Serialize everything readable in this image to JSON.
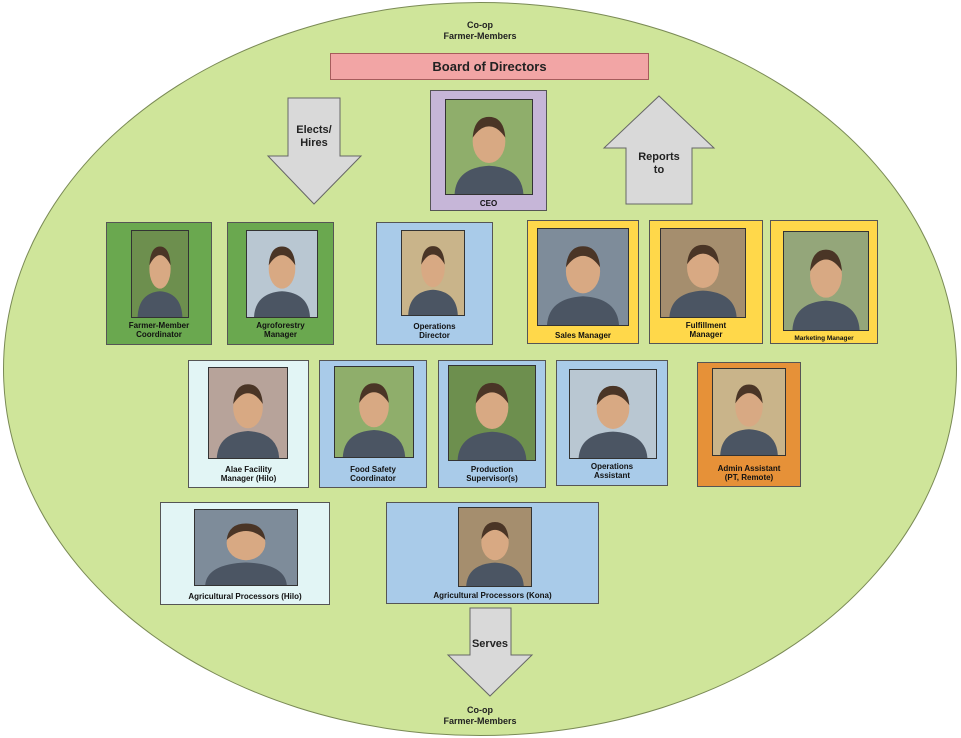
{
  "colors": {
    "ellipse": "#cfe59a",
    "board": "#f2a5a5",
    "green": "#6aa84f",
    "blue": "#a9cbe9",
    "yellow": "#ffd84a",
    "orange": "#e69138",
    "mint": "#e2f5f5",
    "lavender": "#c6b6d8",
    "arrow": "#d9d9d9"
  },
  "top_label": [
    "Co-op",
    "Farmer-Members"
  ],
  "bottom_label": [
    "Co-op",
    "Farmer-Members"
  ],
  "board": "Board of Directors",
  "arrows": {
    "elects": [
      "Elects/",
      "Hires"
    ],
    "reports": [
      "Reports",
      "to"
    ],
    "serves": "Serves"
  },
  "ceo": {
    "caption": [
      "CEO"
    ],
    "icon": "person-photo"
  },
  "row1": [
    {
      "caption": [
        "Farmer-Member",
        "Coordinator"
      ],
      "color": "green",
      "icon": "person-photo"
    },
    {
      "caption": [
        "Agroforestry",
        "Manager"
      ],
      "color": "green",
      "icon": "person-photo"
    },
    {
      "caption": [
        "Operations",
        "Director"
      ],
      "color": "blue",
      "icon": "person-photo"
    },
    {
      "caption": [
        "Sales Manager"
      ],
      "color": "yellow",
      "icon": "person-photo"
    },
    {
      "caption": [
        "Fulfillment",
        "Manager"
      ],
      "color": "yellow",
      "icon": "person-photo"
    },
    {
      "caption": [
        "Marketing Manager"
      ],
      "color": "yellow",
      "icon": "person-photo"
    }
  ],
  "row2": [
    {
      "caption": [
        "Alae Facility",
        "Manager (Hilo)"
      ],
      "color": "mint",
      "icon": "person-photo"
    },
    {
      "caption": [
        "Food Safety",
        "Coordinator"
      ],
      "color": "blue",
      "icon": "person-photo"
    },
    {
      "caption": [
        "Production",
        "Supervisor(s)"
      ],
      "color": "blue",
      "icon": "person-photo"
    },
    {
      "caption": [
        "Operations",
        "Assistant"
      ],
      "color": "blue",
      "icon": "person-photo"
    },
    {
      "caption": [
        "Admin Assistant",
        "(PT, Remote)"
      ],
      "color": "orange",
      "icon": "person-photo"
    }
  ],
  "row3": [
    {
      "caption": [
        "Agricultural Processors (Hilo)"
      ],
      "color": "mint",
      "icon": "person-photo"
    },
    {
      "caption": [
        "Agricultural Processors (Kona)"
      ],
      "color": "blue",
      "icon": "person-photo"
    }
  ]
}
